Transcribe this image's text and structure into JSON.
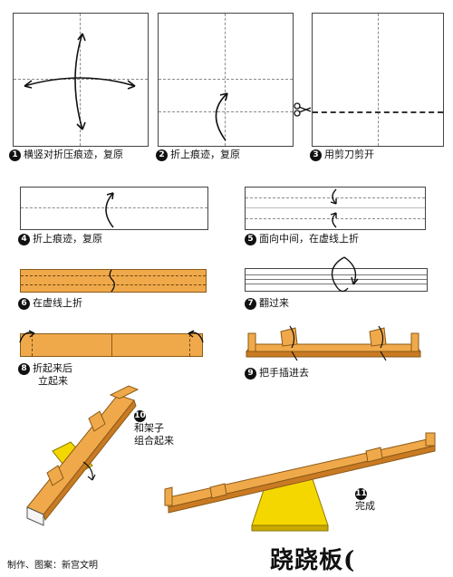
{
  "steps": [
    {
      "num": "1",
      "label": "横竖对折压痕迹，复原"
    },
    {
      "num": "2",
      "label": "折上痕迹，复原"
    },
    {
      "num": "3",
      "label": "用剪刀剪开"
    },
    {
      "num": "4",
      "label": "折上痕迹，复原"
    },
    {
      "num": "5",
      "label": "面向中间，在虚线上折"
    },
    {
      "num": "6",
      "label": "在虚线上折"
    },
    {
      "num": "7",
      "label": "翻过来"
    },
    {
      "num": "8",
      "label_line1": "折起来后",
      "label_line2": "立起来"
    },
    {
      "num": "9",
      "label": "把手插进去"
    },
    {
      "num": "10",
      "label_line1": "和架子",
      "label_line2": "组合起来"
    },
    {
      "num": "11",
      "label": "完成"
    }
  ],
  "credit": "制作、图案：新宫文明",
  "title": "跷跷板(",
  "colors": {
    "paper": "#f0a94a",
    "paper_dark": "#c97a22",
    "base": "#f5d700",
    "base_dark": "#c9a800"
  }
}
